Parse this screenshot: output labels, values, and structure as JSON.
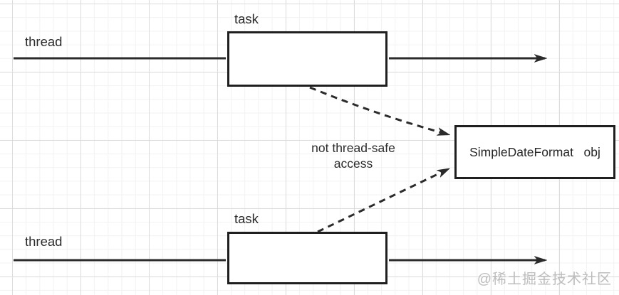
{
  "diagram": {
    "top_lane": {
      "thread_label": "thread",
      "task_label": "task"
    },
    "bottom_lane": {
      "thread_label": "thread",
      "task_label": "task"
    },
    "annotation": {
      "line1": "not thread-safe",
      "line2": "access"
    },
    "object_box": {
      "label": "SimpleDateFormat   obj"
    },
    "watermark": "@稀土掘金技术社区",
    "colors": {
      "background": "#ffffff",
      "line": "#2b2b2b",
      "box_border": "#1f1f1f",
      "text": "#2b2b2b",
      "grid_minor": "#f2f2f2",
      "grid_major": "#dcdcdc",
      "watermark": "#bdbdbd"
    }
  }
}
